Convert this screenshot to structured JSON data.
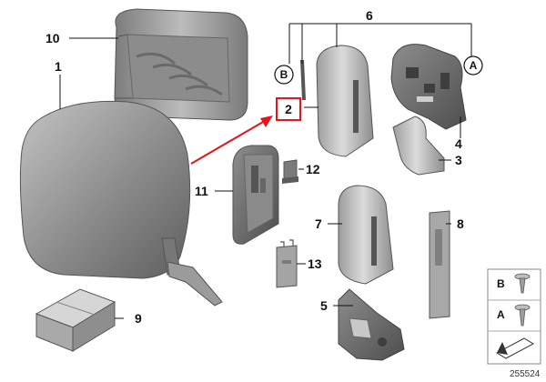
{
  "callouts": {
    "n1": "1",
    "n2": "2",
    "n3": "3",
    "n4": "4",
    "n5": "5",
    "n6": "6",
    "n7": "7",
    "n8": "8",
    "n9": "9",
    "n10": "10",
    "n11": "11",
    "n12": "12",
    "n13": "13",
    "refA": "A",
    "refB": "B"
  },
  "legend": {
    "b_label": "B",
    "a_label": "A"
  },
  "diagram_id": "255524",
  "highlight": {
    "color": "#e8141b",
    "target": "2"
  },
  "colors": {
    "part_dark": "#6f6f6f",
    "part_mid": "#9a9a9a",
    "part_light": "#c9c9c9"
  }
}
